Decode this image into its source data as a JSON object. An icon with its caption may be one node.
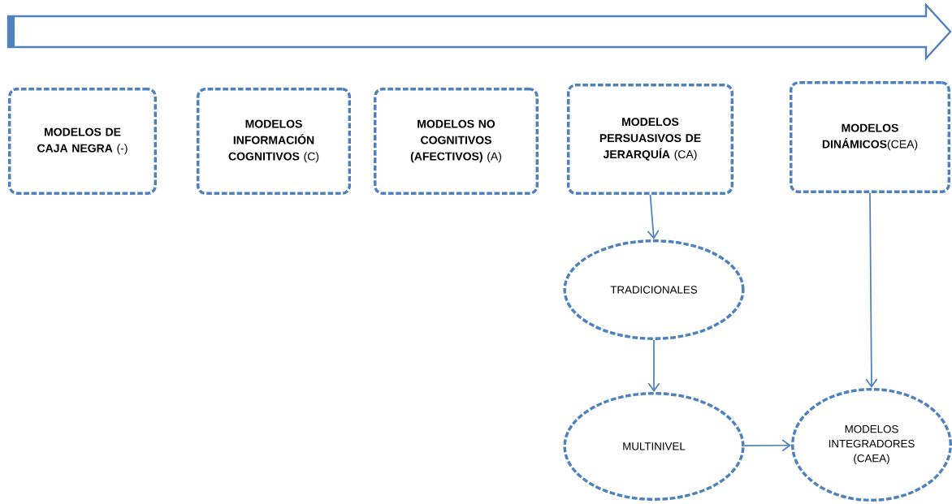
{
  "diagram": {
    "nodes": [
      {
        "text": [
          "**MODELOS DE CAJA NEGRA** (-)"
        ]
      },
      {
        "text": [
          "**MODELOS INFORMACIÓN COGNITIVOS** (C)"
        ]
      },
      {
        "text": [
          "**MODELOS NO COGNITIVOS (AFECTIVOS)** (A)"
        ]
      },
      {
        "text": [
          "**MODELOS PERSUASIVOS DE JERARQUÍA** (CA)"
        ]
      },
      {
        "text": [
          "**MODELOS DINÁMICOS**(CEA)"
        ]
      },
      {
        "text": [
          "TRADICIONALES"
        ]
      },
      {
        "text": [
          "MULTINIVEL"
        ]
      },
      {
        "text": [
          "MODELOS INTEGRADORES (CAEA)"
        ]
      }
    ],
    "edges": [
      {
        "from": 3,
        "to": 5,
        "arrow": "to"
      },
      {
        "from": 5,
        "to": 6,
        "arrow": "to"
      },
      {
        "from": 6,
        "to": 7,
        "arrow": "to"
      },
      {
        "from": 4,
        "to": 7,
        "arrow": "to"
      }
    ]
  }
}
